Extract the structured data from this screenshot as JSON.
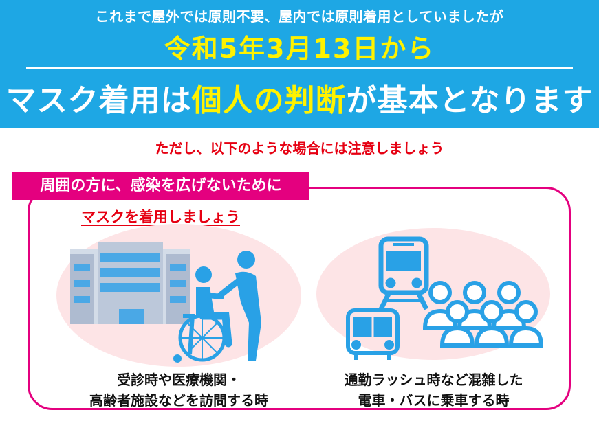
{
  "header": {
    "line1": "これまで屋外では原則不要、屋内では原則着用としていましたが",
    "line2": "令和5年3月13日から",
    "line3_pre": "マスク着用は",
    "line3_hl": "個人の判断",
    "line3_post": "が基本となります"
  },
  "notice": "ただし、以下のような場合には注意しましょう",
  "panel": {
    "tag": "周囲の方に、感染を広げないために",
    "sub": "マスクを着用しましょう",
    "left_caption_1": "受診時や医療機関・",
    "left_caption_2": "高齢者施設などを訪問する時",
    "right_caption_1": "通勤ラッシュ時など混雑した",
    "right_caption_2": "電車・バスに乗車する時"
  },
  "colors": {
    "header_bg": "#1ea7e4",
    "highlight": "#fff200",
    "notice_red": "#e60012",
    "accent_magenta": "#e4007f",
    "icon_blue": "#29a1e6",
    "blob_pink": "#fde4e6"
  },
  "icons": [
    "hospital-building-icon",
    "wheelchair-caregiver-icon",
    "train-icon",
    "bus-icon",
    "crowd-icon"
  ]
}
